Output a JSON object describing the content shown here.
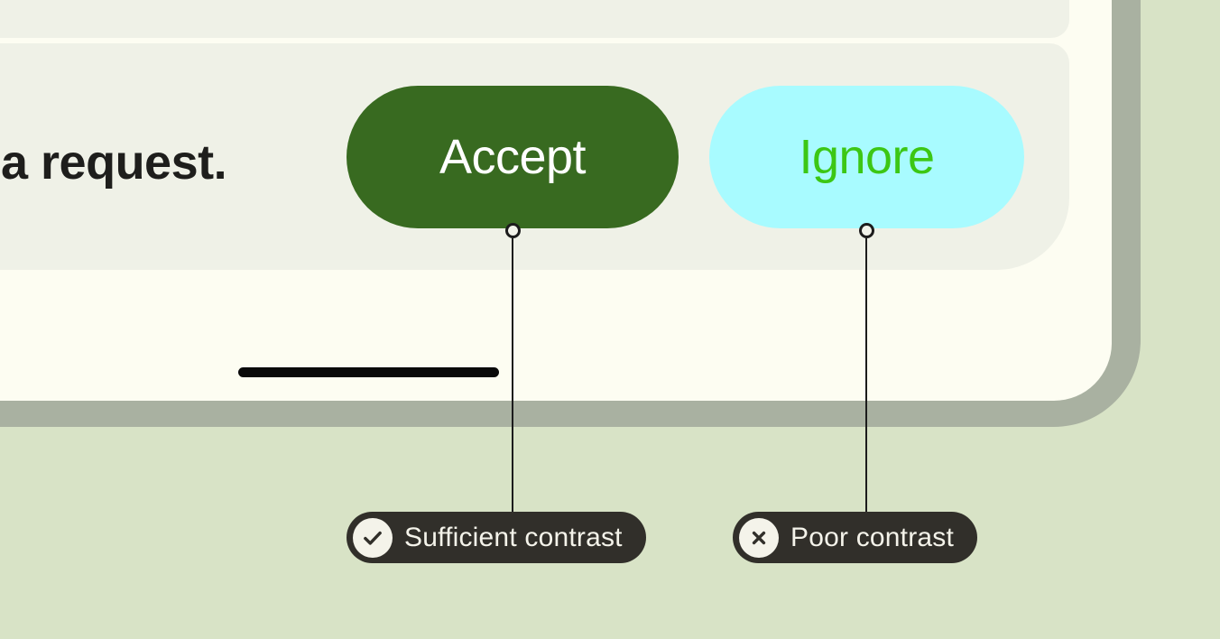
{
  "colors": {
    "page_bg": "#D8E3C6",
    "frame_border": "#A9B1A1",
    "screen_bg": "#FDFDF2",
    "card_bg": "#EFF1E7",
    "message_fg": "#1E1E1C",
    "handle": "#0A0A0A",
    "connector": "#1C1C1C",
    "connector_dot_fill": "#F2F3EA",
    "annotation_bg": "#312F2A",
    "annotation_fg": "#F4F3EA"
  },
  "screen": {
    "message_text": "a request.",
    "buttons": [
      {
        "label": "Accept",
        "bg": "#386A20",
        "fg": "#FFFFFF"
      },
      {
        "label": "Ignore",
        "bg": "#A8FBFF",
        "fg": "#3CC714"
      }
    ]
  },
  "annotations": [
    {
      "label": "Sufficient contrast",
      "icon": "check-icon",
      "verdict": "pass"
    },
    {
      "label": "Poor contrast",
      "icon": "x-icon",
      "verdict": "fail"
    }
  ]
}
